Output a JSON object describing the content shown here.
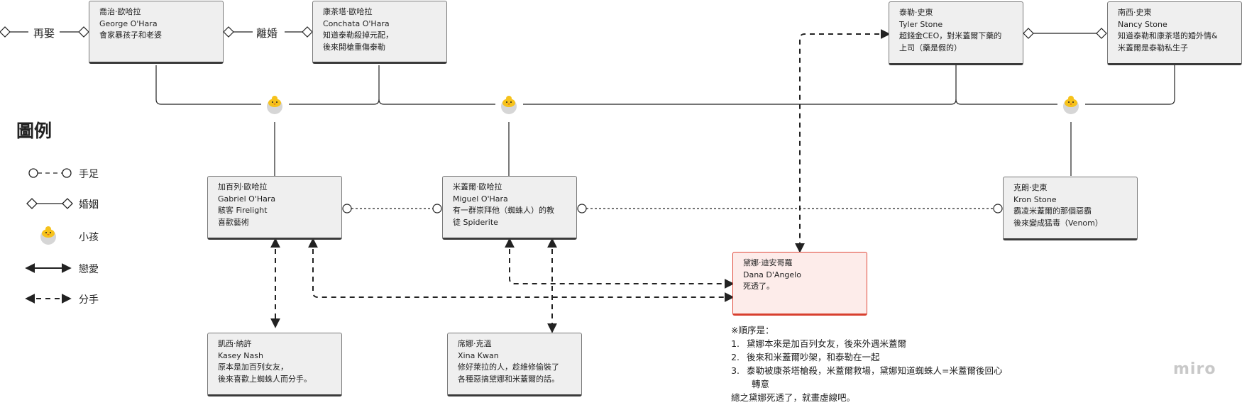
{
  "people": {
    "george": {
      "zh": "喬治·歐哈拉",
      "en": "George O'Hara",
      "note": [
        "會家暴孩子和老婆"
      ]
    },
    "conchata": {
      "zh": "康茶塔·歐哈拉",
      "en": "Conchata O'Hara",
      "note": [
        "知道泰勒殺掉元配，",
        "後來開槍重傷泰勒"
      ]
    },
    "tyler": {
      "zh": "泰勒·史東",
      "en": "Tyler Stone",
      "note": [
        "超錢金CEO，對米蓋爾下藥的",
        "上司（藥是假的）"
      ]
    },
    "nancy": {
      "zh": "南西·史東",
      "en": "Nancy Stone",
      "note": [
        "知道泰勒和康茶塔的婚外情&",
        "米蓋爾是泰勒私生子"
      ]
    },
    "gabriel": {
      "zh": "加百列·歐哈拉",
      "en": "Gabriel O'Hara",
      "note": [
        "駭客 Firelight",
        "喜歡藝術"
      ]
    },
    "miguel": {
      "zh": "米蓋爾·歐哈拉",
      "en": "Miguel O'Hara",
      "note": [
        "有一群崇拜他（蜘蛛人）的教",
        "徒 Spiderite"
      ]
    },
    "kron": {
      "zh": "克朗·史東",
      "en": "Kron Stone",
      "note": [
        "霸凌米蓋爾的那個惡霸",
        "後來變成猛毒（Venom）"
      ]
    },
    "dana": {
      "zh": "黛娜·迪安哥羅",
      "en": "Dana D'Angelo",
      "note": [
        "死透了。"
      ]
    },
    "kasey": {
      "zh": "凱西·納許",
      "en": "Kasey Nash",
      "note": [
        "原本是加百列女友，",
        "後來喜歡上蜘蛛人而分手。"
      ]
    },
    "xina": {
      "zh": "席娜·克溫",
      "en": "Xina Kwan",
      "note": [
        "修好萊拉的人，趁維修偷裝了",
        "各種惡搞黛娜和米蓋爾的話。"
      ]
    }
  },
  "edge_labels": {
    "remarry": "再娶",
    "divorce": "離婚"
  },
  "legend": {
    "title": "圖例",
    "items": [
      "手足",
      "婚姻",
      "小孩",
      "戀愛",
      "分手"
    ]
  },
  "note": {
    "heading": "※順序是：",
    "items": [
      "黛娜本來是加百列女友，後來外遇米蓋爾",
      "後來和米蓋爾吵架，和泰勒在一起",
      "泰勒被康茶塔槍殺，米蓋爾救場，黛娜知道蜘蛛人=米蓋爾後回心"
    ],
    "item3_cont": "轉意",
    "footer": "總之黛娜死透了，就畫虛線吧。"
  },
  "logo": "miro",
  "colors": {
    "card_fill": "#efefef",
    "dana_fill": "#fdecea",
    "dana_border": "#d8402f",
    "line": "#222222"
  }
}
